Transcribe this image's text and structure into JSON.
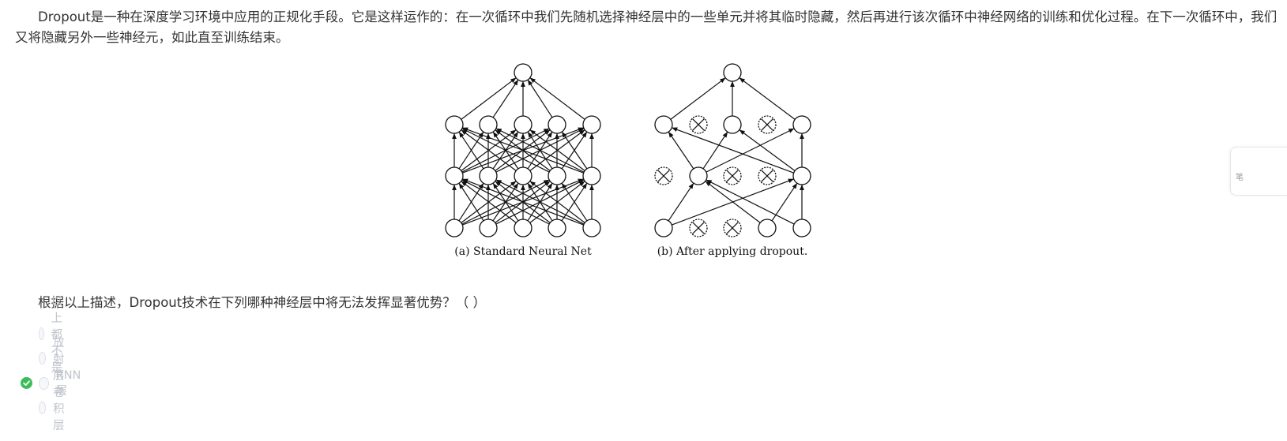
{
  "passage": "Dropout是一种在深度学习环境中应用的正规化手段。它是这样运作的：在一次循环中我们先随机选择神经层中的一些单元并将其临时隐藏，然后再进行该次循环中神经网络的训练和优化过程。在下一次循环中，我们又将隐藏另外一些神经元，如此直至训练结束。",
  "figure": {
    "caption_a": "(a) Standard Neural Net",
    "caption_b": "(b) After applying dropout."
  },
  "question": "根据以上描述，Dropout技术在下列哪种神经层中将无法发挥显著优势？（ ）",
  "options": [
    {
      "label": "以上都不是",
      "correct": false
    },
    {
      "label": "放射层",
      "correct": false
    },
    {
      "label": "RNN层",
      "correct": true
    },
    {
      "label": "卷积层",
      "correct": false
    }
  ],
  "side_tab": {
    "label": "笔"
  },
  "colors": {
    "text": "#333333",
    "option_text": "#c0c4cc",
    "correct_green": "#3ebc5c"
  },
  "icons": {
    "correct": "check-circle-icon",
    "dropped_unit": "x-circle-icon"
  }
}
